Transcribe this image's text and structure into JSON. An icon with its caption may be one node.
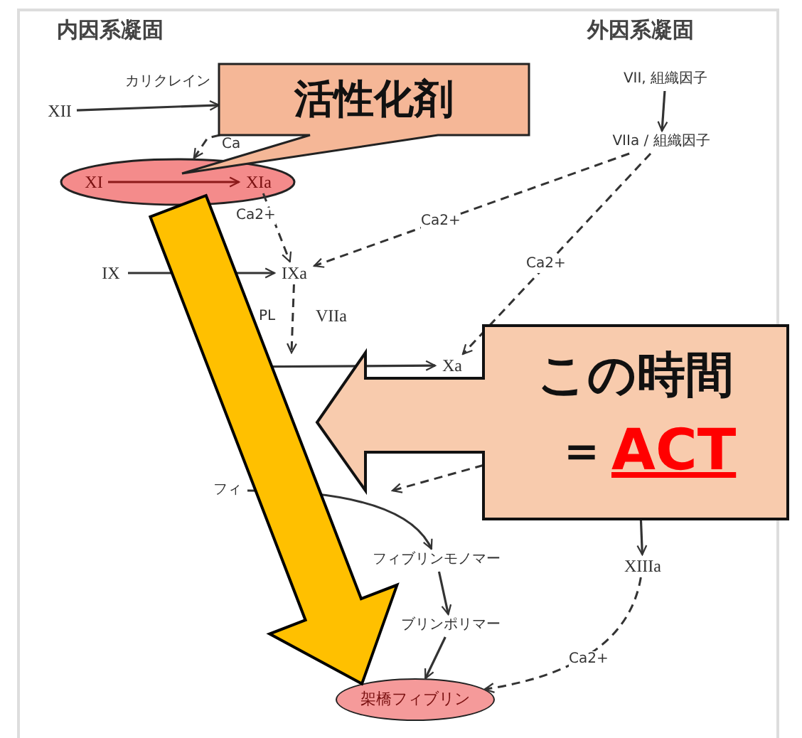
{
  "diagram": {
    "nodes": [
      {
        "text": [
          "XII"
        ]
      },
      {
        "text": [],
        "shape": "ellipse"
      },
      {
        "text": [
          "XI"
        ],
        "in": 1
      },
      {
        "text": [
          "XIa"
        ],
        "in": 1
      },
      {
        "text": [
          "VII, 組織因子"
        ]
      },
      {
        "text": [
          "VIIa / 組織因子"
        ]
      },
      {
        "text": [
          "IX"
        ]
      },
      {
        "text": [
          "IXa"
        ]
      },
      {
        "text": [
          "Xa"
        ]
      },
      {
        "text": [
          "フィ"
        ]
      },
      {
        "text": [
          "フィブリンモノマー"
        ]
      },
      {
        "text": [
          "ブリンポリマー"
        ]
      },
      {
        "text": [
          "XIIIa"
        ]
      },
      {
        "text": [
          "架橋フィブリン"
        ]
      },
      {
        "text": [
          "活性化剤"
        ]
      },
      {
        "text": [
          "この時間",
          "＝",
          "ACT"
        ]
      }
    ],
    "edges": [
      {
        "from": 0,
        "to": 14,
        "arrow": "to",
        "label": "カリクレイン"
      },
      {
        "from": 14,
        "to": 1,
        "arrow": "to",
        "style": "dashed",
        "label": "Ca"
      },
      {
        "from": 2,
        "to": 3,
        "arrow": "to",
        "color": "#8b1a1a"
      },
      {
        "from": 3,
        "to": 7,
        "arrow": "to",
        "style": "dashed",
        "label": "Ca2+"
      },
      {
        "from": 5,
        "to": 7,
        "arrow": "to",
        "style": "dashed",
        "label": "Ca2+"
      },
      {
        "from": 5,
        "to": 8,
        "arrow": "to",
        "style": "dashed",
        "label": "Ca2+"
      },
      {
        "from": 4,
        "to": 5,
        "arrow": "to"
      },
      {
        "from": 6,
        "to": 7,
        "arrow": "to"
      },
      {
        "from": 7,
        "to": null,
        "arrow": "to",
        "style": "dashed"
      },
      {
        "from": null,
        "to": 8,
        "arrow": "to"
      },
      {
        "from": 15,
        "to": null,
        "arrow": "to",
        "style": "dashed"
      },
      {
        "from": 9,
        "to": 10,
        "arrow": "to"
      },
      {
        "from": 10,
        "to": 11,
        "arrow": "to"
      },
      {
        "from": 11,
        "to": 13,
        "arrow": "to"
      },
      {
        "from": 15,
        "to": 12,
        "arrow": "to"
      },
      {
        "from": 12,
        "to": 13,
        "arrow": "to",
        "style": "dashed",
        "label": "Ca2+"
      },
      {
        "from": 1,
        "to": 13,
        "arrow": "to",
        "style": "thick",
        "color": "#ffc000"
      }
    ],
    "labels": [
      "内因系凝固",
      "外因系凝固",
      "PL",
      "VIIa"
    ]
  }
}
